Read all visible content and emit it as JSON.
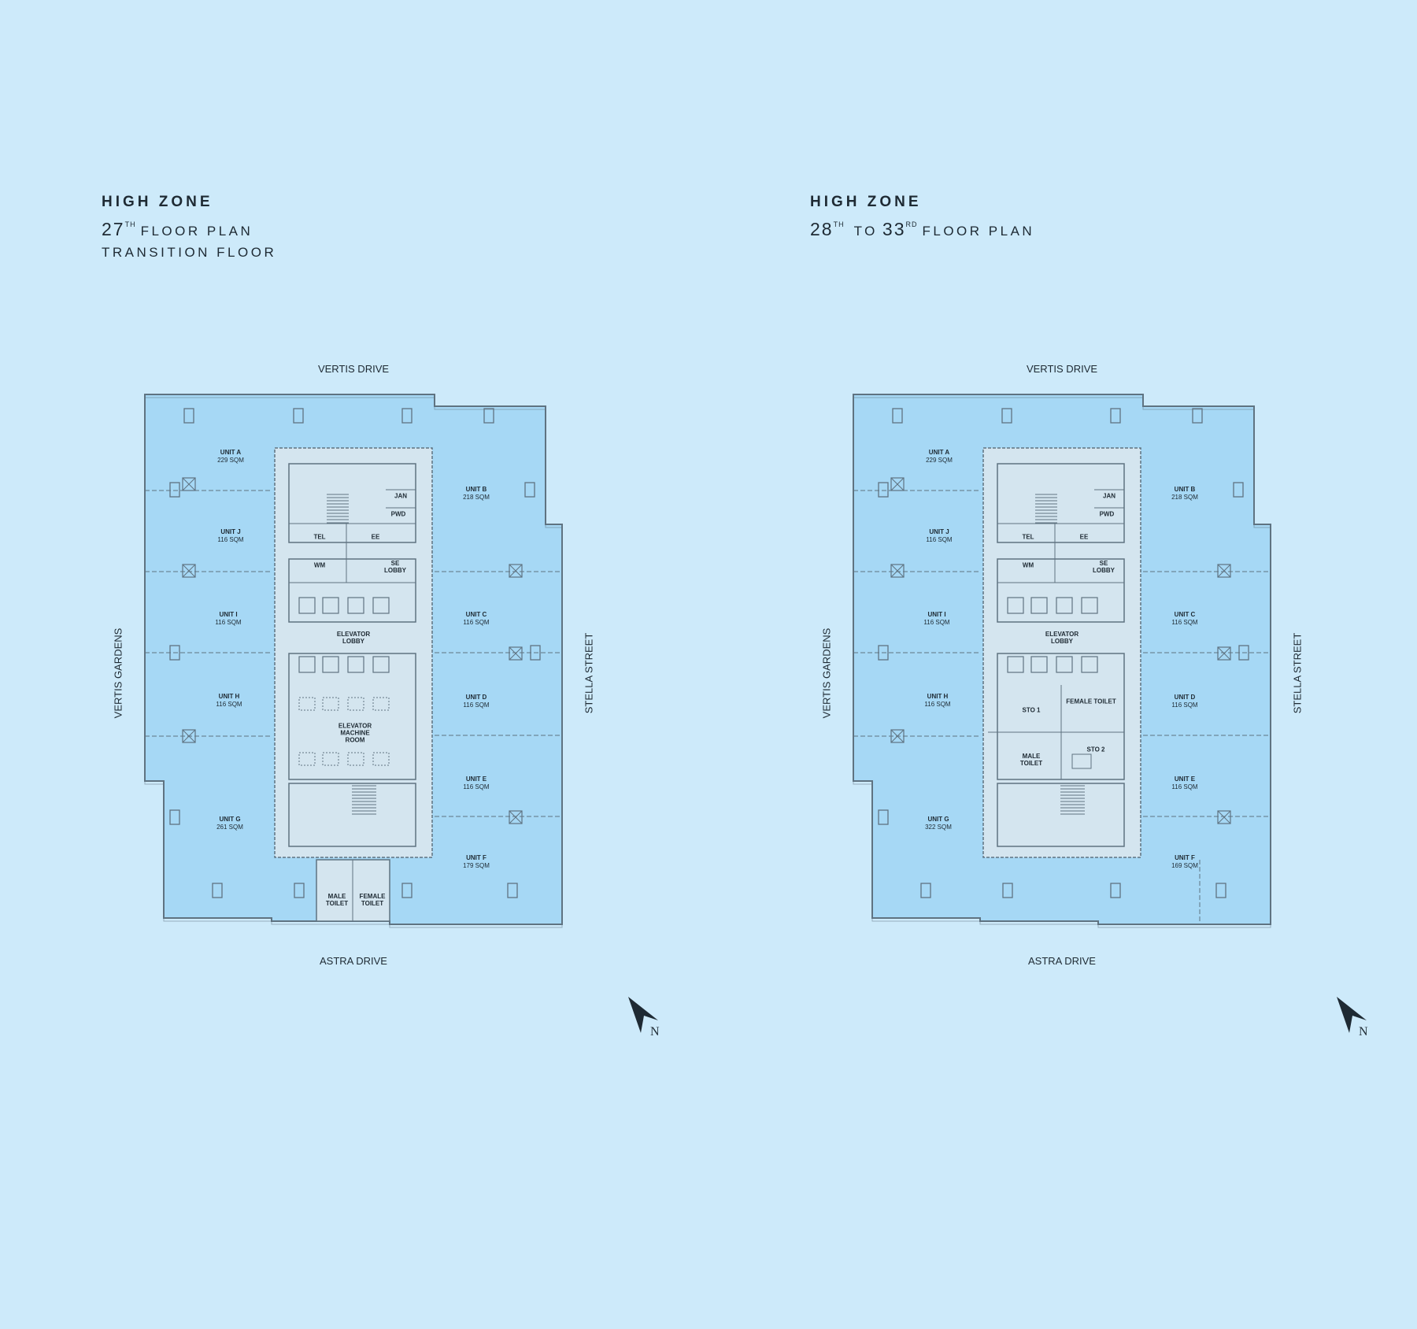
{
  "plans": [
    {
      "zone": "HIGH ZONE",
      "floor_start": "27",
      "floor_start_sup": "TH",
      "floor_mid": "",
      "floor_end": "",
      "floor_end_sup": "",
      "floor_suffix": "FLOOR PLAN",
      "subtitle": "TRANSITION FLOOR",
      "streets": {
        "top": "VERTIS DRIVE",
        "bottom": "ASTRA DRIVE",
        "left": "VERTIS GARDENS",
        "right": "STELLA STREET"
      },
      "units": [
        {
          "name": "UNIT A",
          "area": "229 SQM"
        },
        {
          "name": "UNIT B",
          "area": "218 SQM"
        },
        {
          "name": "UNIT J",
          "area": "116 SQM"
        },
        {
          "name": "UNIT I",
          "area": "116 SQM"
        },
        {
          "name": "UNIT C",
          "area": "116 SQM"
        },
        {
          "name": "UNIT H",
          "area": "116 SQM"
        },
        {
          "name": "UNIT D",
          "area": "116 SQM"
        },
        {
          "name": "UNIT E",
          "area": "116 SQM"
        },
        {
          "name": "UNIT G",
          "area": "261 SQM"
        },
        {
          "name": "UNIT F",
          "area": "179 SQM"
        }
      ],
      "rooms": [
        "JAN",
        "PWD",
        "TEL",
        "EE",
        "WM",
        "SE\nLOBBY",
        "ELEVATOR\nLOBBY",
        "ELEVATOR\nMACHINE\nROOM",
        "MALE\nTOILET",
        "FEMALE\nTOILET"
      ],
      "north": "N"
    },
    {
      "zone": "HIGH ZONE",
      "floor_start": "28",
      "floor_start_sup": "TH",
      "floor_mid": "TO",
      "floor_end": "33",
      "floor_end_sup": "RD",
      "floor_suffix": "FLOOR PLAN",
      "subtitle": "",
      "streets": {
        "top": "VERTIS DRIVE",
        "bottom": "ASTRA DRIVE",
        "left": "VERTIS GARDENS",
        "right": "STELLA STREET"
      },
      "units": [
        {
          "name": "UNIT A",
          "area": "229 SQM"
        },
        {
          "name": "UNIT B",
          "area": "218 SQM"
        },
        {
          "name": "UNIT J",
          "area": "116 SQM"
        },
        {
          "name": "UNIT I",
          "area": "116 SQM"
        },
        {
          "name": "UNIT C",
          "area": "116 SQM"
        },
        {
          "name": "UNIT H",
          "area": "116 SQM"
        },
        {
          "name": "UNIT D",
          "area": "116 SQM"
        },
        {
          "name": "UNIT E",
          "area": "116 SQM"
        },
        {
          "name": "UNIT G",
          "area": "322 SQM"
        },
        {
          "name": "UNIT F",
          "area": "169 SQM"
        }
      ],
      "rooms": [
        "JAN",
        "PWD",
        "TEL",
        "EE",
        "WM",
        "SE\nLOBBY",
        "ELEVATOR\nLOBBY",
        "STO 1",
        "FEMALE TOILET",
        "MALE\nTOILET",
        "STO 2"
      ],
      "north": "N"
    }
  ],
  "colors": {
    "background": "#cdeafa",
    "floor": "#a6d8f5",
    "core": "#d4e5ef",
    "wall": "#5f7381",
    "ink": "#1e2a33"
  }
}
